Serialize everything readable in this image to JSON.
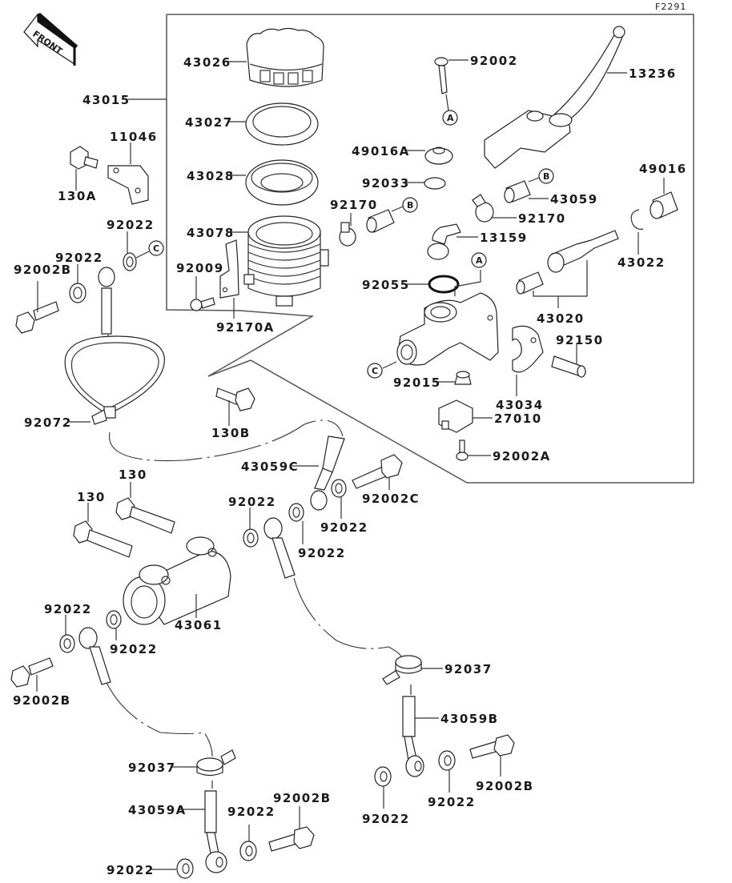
{
  "figure_code": "F2291",
  "front_indicator": "FRONT",
  "assembly_label": "43015",
  "refs": {
    "a": "A",
    "b": "B",
    "c": "C"
  },
  "labels": {
    "p43026": "43026",
    "p43027": "43027",
    "p43028": "43028",
    "p43078": "43078",
    "p92009": "92009",
    "p92170A": "92170A",
    "p92002": "92002",
    "p13236": "13236",
    "p49016A": "49016A",
    "p92033": "92033",
    "p92170_left": "92170",
    "p43059": "43059",
    "p92170_right": "92170",
    "p49016": "49016",
    "p13159": "13159",
    "p43022": "43022",
    "p92055": "92055",
    "p43020": "43020",
    "p92150": "92150",
    "p92015": "92015",
    "p43034": "43034",
    "p27010": "27010",
    "p92002A": "92002A",
    "p11046": "11046",
    "p130A": "130A",
    "p92022_c": "92022",
    "p92022_left": "92022",
    "p92002B_top": "92002B",
    "p92072": "92072",
    "p130B": "130B",
    "p43059C": "43059C",
    "p92002C": "92002C",
    "p92022_m1": "92022",
    "p92022_m2": "92022",
    "p92022_m3": "92022",
    "p130_a": "130",
    "p130_b": "130",
    "p43061": "43061",
    "p92022_l1": "92022",
    "p92022_l2": "92022",
    "p92002B_left": "92002B",
    "p92037_r": "92037",
    "p43059B": "43059B",
    "p92022_r1": "92022",
    "p92022_r2": "92022",
    "p92002B_r": "92002B",
    "p92037_l": "92037",
    "p43059A": "43059A",
    "p92022_b1": "92022",
    "p92022_b2": "92022",
    "p92002B_b": "92002B"
  }
}
